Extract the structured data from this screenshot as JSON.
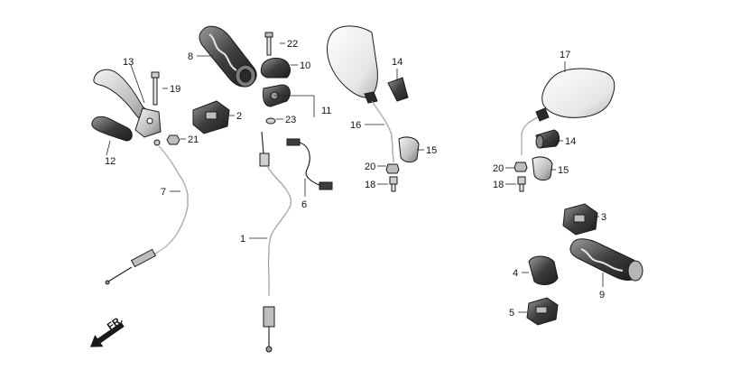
{
  "diagram": {
    "callouts": [
      {
        "id": "c1",
        "text": "1"
      },
      {
        "id": "c2",
        "text": "2"
      },
      {
        "id": "c3",
        "text": "3"
      },
      {
        "id": "c4",
        "text": "4"
      },
      {
        "id": "c5",
        "text": "5"
      },
      {
        "id": "c6",
        "text": "6"
      },
      {
        "id": "c7",
        "text": "7"
      },
      {
        "id": "c8",
        "text": "8"
      },
      {
        "id": "c9",
        "text": "9"
      },
      {
        "id": "c10",
        "text": "10"
      },
      {
        "id": "c11",
        "text": "11"
      },
      {
        "id": "c12",
        "text": "12"
      },
      {
        "id": "c13",
        "text": "13"
      },
      {
        "id": "c14a",
        "text": "14"
      },
      {
        "id": "c14b",
        "text": "14"
      },
      {
        "id": "c15a",
        "text": "15"
      },
      {
        "id": "c15b",
        "text": "15"
      },
      {
        "id": "c16",
        "text": "16"
      },
      {
        "id": "c17",
        "text": "17"
      },
      {
        "id": "c18a",
        "text": "18"
      },
      {
        "id": "c18b",
        "text": "18"
      },
      {
        "id": "c19",
        "text": "19"
      },
      {
        "id": "c20a",
        "text": "20"
      },
      {
        "id": "c20b",
        "text": "20"
      },
      {
        "id": "c21",
        "text": "21"
      },
      {
        "id": "c22",
        "text": "22"
      },
      {
        "id": "c23",
        "text": "23"
      }
    ],
    "direction_marker": {
      "text": "FR.",
      "icon": "front-direction-arrow-icon"
    },
    "colors": {
      "line": "#1a1a1a",
      "fill_light": "#d9d9d9",
      "fill_dark": "#3a3a3a",
      "background": "#ffffff"
    }
  }
}
